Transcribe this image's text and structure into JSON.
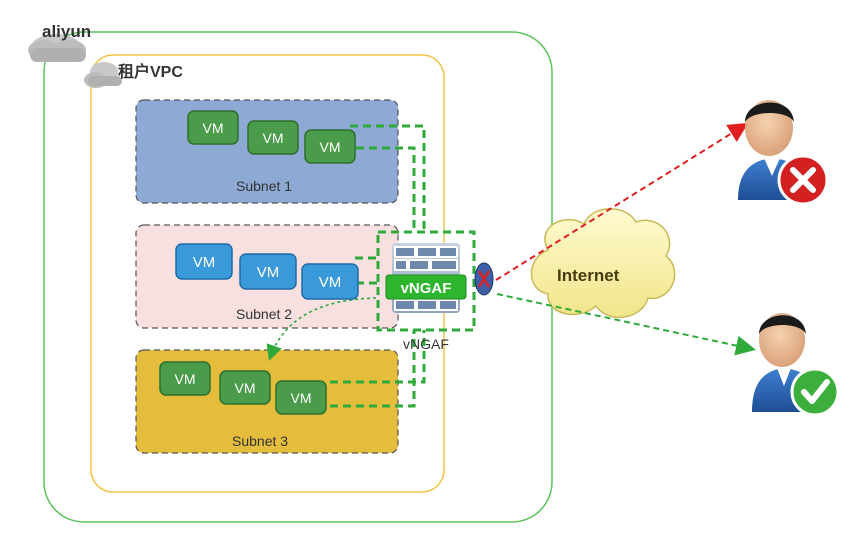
{
  "cloud_label": "aliyun",
  "vpc_label": "租户VPC",
  "subnets": [
    {
      "label": "Subnet 1",
      "color": "#8ea9d4",
      "vms": [
        "VM",
        "VM",
        "VM"
      ]
    },
    {
      "label": "Subnet 2",
      "color": "#f9e0e0",
      "vms": [
        "VM",
        "VM",
        "VM"
      ]
    },
    {
      "label": "Subnet 3",
      "color": "#e4bd3d",
      "vms": [
        "VM",
        "VM",
        "VM"
      ]
    }
  ],
  "firewall": {
    "badge": "vNGAF",
    "caption": "vNGAF"
  },
  "internet_label": "Internet",
  "colors": {
    "vm_green": "#4a9b4a",
    "vm_blue": "#3a9ad9",
    "link_green": "#2eaa3a",
    "blocked_red": "#e02020",
    "outer_border": "#5cc45c",
    "vpc_border": "#f0c64a"
  },
  "users": [
    {
      "status": "blocked-icon"
    },
    {
      "status": "allowed-icon"
    }
  ]
}
